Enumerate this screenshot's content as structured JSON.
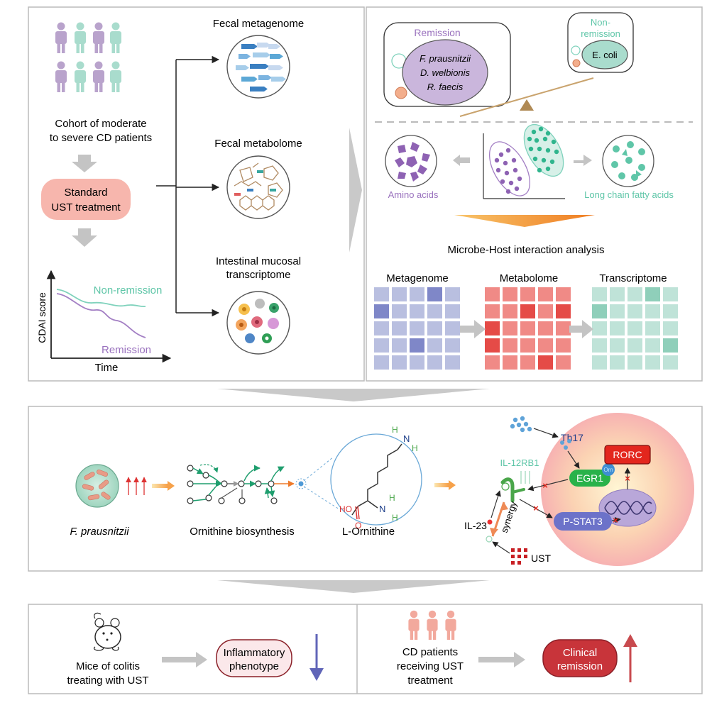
{
  "panel_a": {
    "cohort_line1": "Cohort of moderate",
    "cohort_line2": "to severe CD patients",
    "treatment_line1": "Standard",
    "treatment_line2": "UST treatment",
    "chart_y_label": "CDAI score",
    "chart_x_label": "Time",
    "series_nonremission": "Non-remission",
    "series_remission": "Remission",
    "omics": [
      {
        "line1": "Fecal metagenome",
        "line2": ""
      },
      {
        "line1": "Fecal metabolome",
        "line2": ""
      },
      {
        "line1": "Intestinal mucosal",
        "line2": "transcriptome"
      }
    ]
  },
  "panel_b": {
    "remission_title": "Remission",
    "remission_species": [
      "F. prausnitzii",
      "D. welbionis",
      "R. faecis"
    ],
    "nonremission_line1": "Non-",
    "nonremission_line2": "remission",
    "nonremission_species": "E. coli",
    "amino_acids": "Amino acids",
    "fatty_acids": "Long chain fatty acids",
    "analysis_title": "Microbe-Host interaction analysis",
    "grid_titles": [
      "Metagenome",
      "Metabolome",
      "Transcriptome"
    ]
  },
  "panel_c": {
    "bacterium": "F. prausnitzii",
    "pathway": "Ornithine biosynthesis",
    "metabolite": "L-Ornithine",
    "cell": "Th17",
    "receptor": "IL-12RB1",
    "egr1": "EGR1",
    "orn": "Orn",
    "rorc": "RORC",
    "pstat3": "P-STAT3",
    "il23": "IL-23",
    "synergy": "synergy",
    "ust": "UST",
    "atom_n": "N",
    "atom_h": "H",
    "atom_o": "O",
    "atom_ho": "HO"
  },
  "panel_d": {
    "mice_line1": "Mice of colitis",
    "mice_line2": "treating with UST",
    "inflam_line1": "Inflammatory",
    "inflam_line2": "phenotype",
    "patients_line1": "CD patients",
    "patients_line2": "receiving UST",
    "patients_line3": "treatment",
    "clinical_line1": "Clinical",
    "clinical_line2": "remission"
  },
  "colors": {
    "purple": "#b9a3cc",
    "teal": "#a9dccd",
    "salmon": "#f2a99d",
    "grid_purple": "#b9bfe0",
    "grid_red": "#f08a86",
    "grid_teal": "#bfe3d8",
    "arrow_gray": "#c4c4c4"
  }
}
